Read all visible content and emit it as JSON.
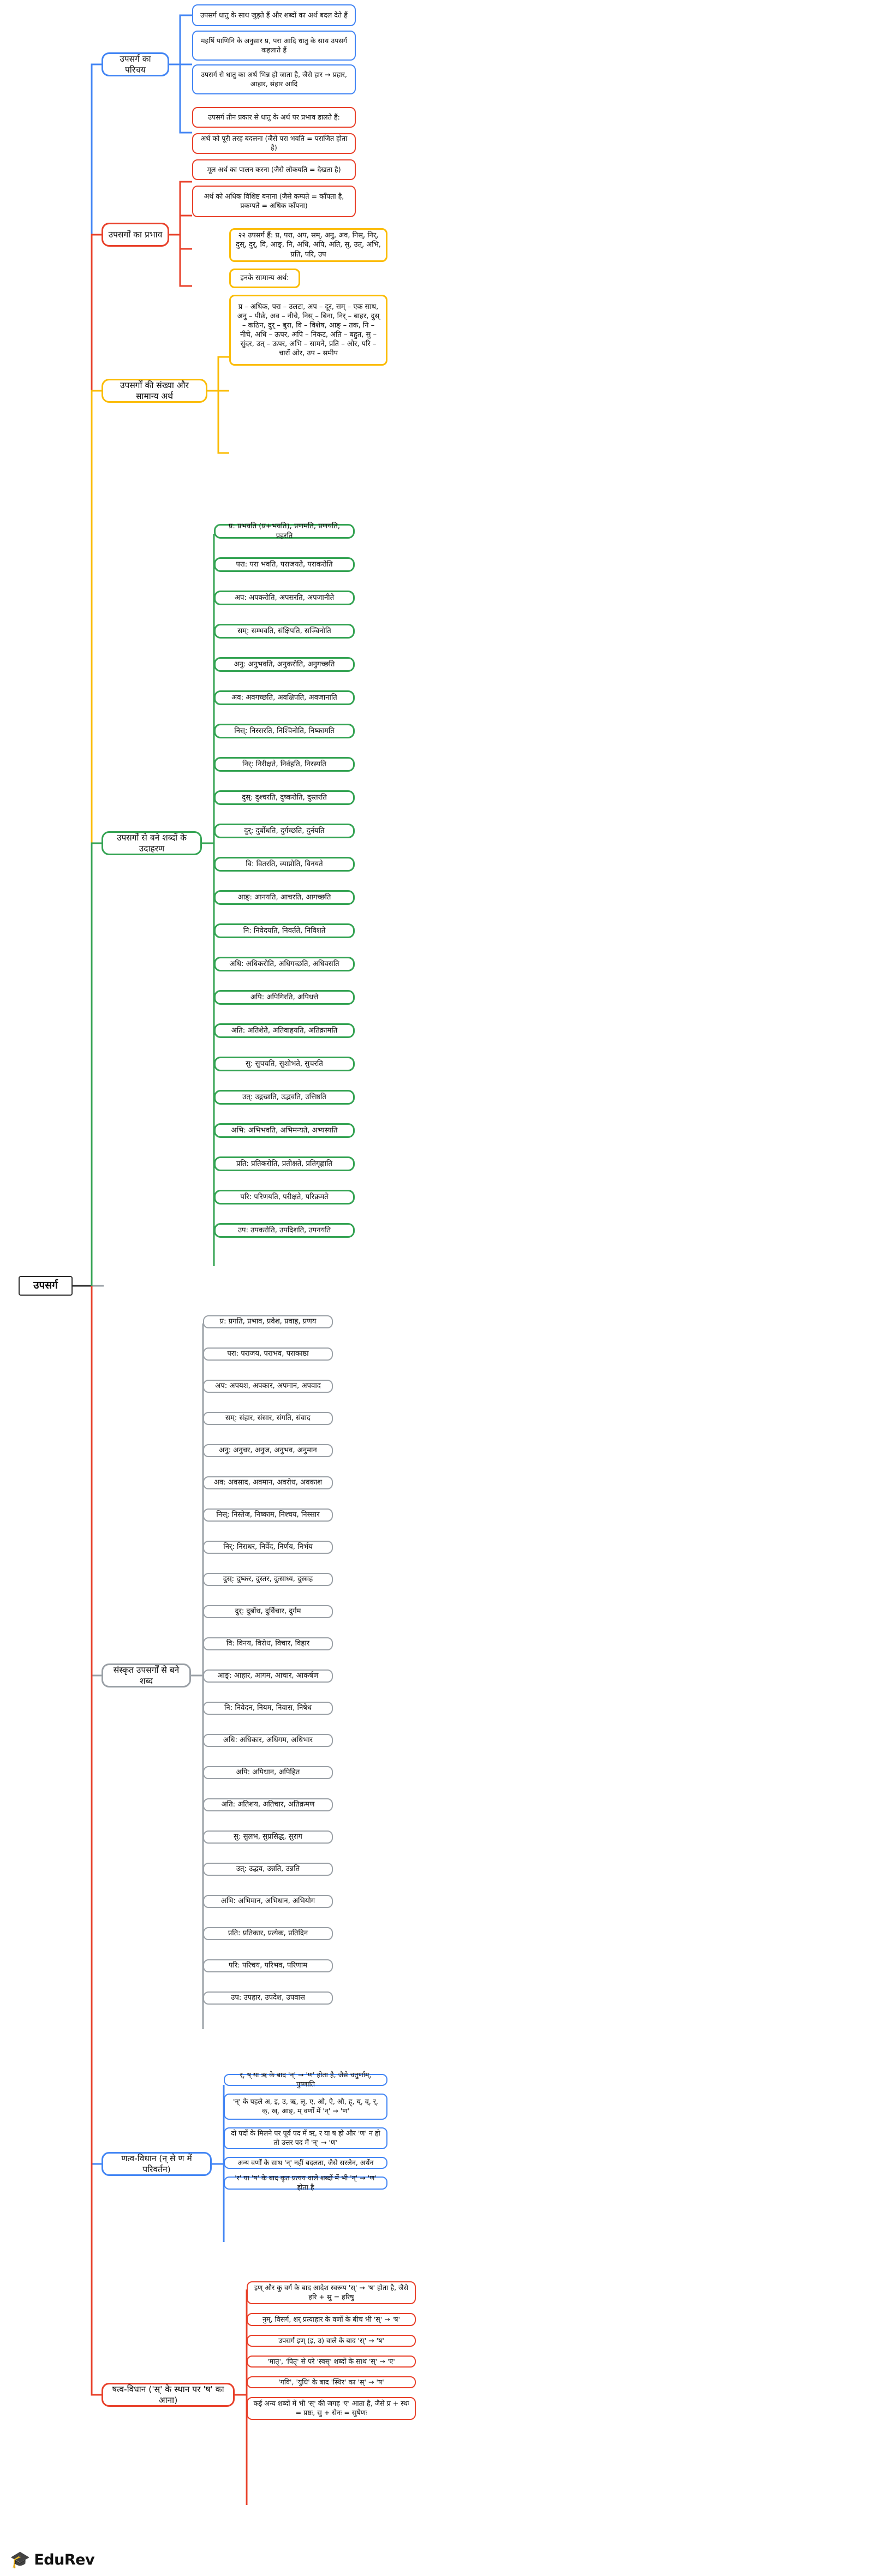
{
  "root": {
    "label": "उपसर्ग"
  },
  "brand": {
    "name": "EduRev",
    "icon": "graduation-cap-icon"
  },
  "colors": {
    "blue": "#4285f4",
    "red": "#e8402a",
    "amber": "#fbbc05",
    "green": "#34a353",
    "gray": "#9aa0a6",
    "root": "#2b2b2b"
  },
  "branches": [
    {
      "id": "parichay",
      "color": "blue",
      "label": "उपसर्ग का परिचय",
      "leaves": [
        "उपसर्ग धातु के साथ जुड़ते हैं और शब्दों का अर्थ बदल देते हैं",
        "महर्षि पाणिनि के अनुसार प्र, परा आदि धातु के साथ उपसर्ग कहलाते हैं",
        "उपसर्ग से धातु का अर्थ भिन्न हो जाता है, जैसे हार → प्रहार, आहार, संहार आदि"
      ]
    },
    {
      "id": "prabhav",
      "color": "red",
      "label": "उपसर्गों का प्रभाव",
      "leaves": [
        "उपसर्ग तीन प्रकार से धातु के अर्थ पर प्रभाव डालते हैं:",
        "अर्थ को पूरी तरह बदलना (जैसे परा भवति = पराजित होता है)",
        "मूल अर्थ का पालन करना (जैसे लोकयति = देखता है)",
        "अर्थ को अधिक विशिष्ट बनाना (जैसे कम्पते = काँपता है, प्रकम्पते = अधिक काँपना)"
      ]
    },
    {
      "id": "sankhya",
      "color": "amber",
      "label": "उपसर्गों की संख्या और सामान्य अर्थ",
      "leaves": [
        "२२ उपसर्ग हैं: प्र, परा, अप, सम्, अनु, अव, निस्, निर्, दुस्, दुर्, वि, आङ्, नि, अधि, अपि, अति, सु, उत्, अभि, प्रति, परि, उप",
        "इनके सामान्य अर्थ:",
        "प्र – अधिक, परा – उलटा, अप – दूर, सम् – एक साथ, अनु – पीछे, अव – नीचे, निस् – बिना, निर् – बाहर, दुस् – कठिन, दुर् – बुरा, वि – विशेष, आङ् – तक, नि – नीचे, अधि – ऊपर, अपि – निकट, अति – बहुत, सु – सुंदर, उत् – ऊपर, अभि – सामने, प्रति – ओर, परि – चारों ओर, उप – समीप"
      ]
    },
    {
      "id": "udaharan",
      "color": "green",
      "label": "उपसर्गों से बने शब्दों के उदाहरण",
      "leaves": [
        "प्र: प्रभवति (प्र+भवति), प्रणमति, प्रणयति, प्रहरति",
        "परा: परा भवति, पराजयते, पराकरोति",
        "अप: अपकरोति, अपसरति, अपजानीते",
        "सम्: सम्भवति, संक्षिपति, सञ्चिनोति",
        "अनु: अनुभवति, अनुकरोति, अनुगच्छति",
        "अव: अवगच्छति, अवक्षिपति, अवजानाति",
        "निस्: निस्सरति, निश्चिनोति, निष्कामति",
        "निर्: निरीक्षते, निर्वहति, निरस्यति",
        "दुस्: दुश्चरति, दुष्करोति, दुस्तरति",
        "दुर्: दुर्बोधति, दुर्गच्छति, दुर्नयति",
        "वि: वितरति, व्याप्नोति, विनयते",
        "आङ्: आनयति, आचरति, आगच्छति",
        "नि: निवेदयति, निवर्तते, निविशते",
        "अधि: अधिकरोति, अधिगच्छति, अधिवसति",
        "अपि: अपिगिरति, अपिधत्ते",
        "अति: अतिशेते, अतिवाहयति, अतिक्रामति",
        "सु: सुपचति, सुशोभते, सुचरति",
        "उत्: उद्गच्छति, उद्भवति, उत्तिष्ठति",
        "अभि: अभिभवति, अभिमन्यते, अभ्यस्यति",
        "प्रति: प्रतिकरोति, प्रतीक्षते, प्रतिगृह्णाति",
        "परि: परिणयति, परीक्षते, परिक्रमते",
        "उप: उपकरोति, उपदिशति, उपनयति"
      ]
    },
    {
      "id": "sanskrit-shabd",
      "color": "gray",
      "label": "संस्कृत उपसर्गों से बने शब्द",
      "leaves": [
        "प्र: प्रगति, प्रभाव, प्रवेश, प्रवाह, प्रणय",
        "परा: पराजय, पराभव, पराकाष्ठा",
        "अप: अपयश, अपकार, अपमान, अपवाद",
        "सम्: संहार, संसार, संगति, संवाद",
        "अनु: अनुचर, अनुज, अनुभव, अनुमान",
        "अव: अवसाद, अवमान, अवरोध, अवकाश",
        "निस्: निस्तेज, निष्काम, निश्चय, निस्सार",
        "निर्: निराधर, निर्वेद, निर्णय, निर्भय",
        "दुस्: दुष्कर, दुस्तर, दुःसाध्य, दुस्सह",
        "दुर्: दुर्बोध, दुर्विचार, दुर्गम",
        "वि: विनय, विरोध, विचार, विहार",
        "आङ्: आहार, आगम, आचार, आकर्षण",
        "नि: निवेदन, नियम, निवास, निषेध",
        "अधि: अधिकार, अधिगम, अधिभार",
        "अपि: अपिधान, अपिहित",
        "अति: अतिशय, अतिचार, अतिक्रमण",
        "सु: सुलभ, सुप्रसिद्ध, सुराग",
        "उत्: उद्भव, उन्नति, उन्नति",
        "अभि: अभिमान, अभिधान, अभियोग",
        "प्रति: प्रतिकार, प्रत्येक, प्रतिदिन",
        "परि: परिचय, परिभव, परिणाम",
        "उप: उपहार, उपदेश, उपवास"
      ]
    },
    {
      "id": "natva",
      "color": "blue",
      "label": "णत्व-विधान (न् से ण में परिवर्तन)",
      "leaves": [
        "र्, ष् या ऋ के बाद 'न्' → 'ण' होता है, जैसे चतुर्णाम्, पुष्णाति",
        "'न्' के पहले अ, इ, उ, ऋ, लृ, ए, ओ, ऐ, औ, ह्, य्, व्, र्, क्, ख्, आङ्, म् वर्णों में 'न्' → 'ण'",
        "दो पदों के मिलने पर पूर्व पद में ऋ, र या ष हो और 'ण' न हो तो उत्तर पद में 'न्' → 'ण'",
        "अन्य वर्णों के साथ 'न्' नहीं बदलता, जैसे सरलेन, अर्थेन",
        "'र' या 'ष' के बाद कृत प्रत्यय वाले शब्दों में भी 'न्' → 'ण' होता है"
      ]
    },
    {
      "id": "shatva",
      "color": "red",
      "label": "षत्व-विधान ('स्' के स्थान पर 'ष' का आना)",
      "leaves": [
        "इण् और कु वर्ग के बाद आदेश स्वरूप 'स्' → 'ष' होता है, जैसे हरि + सु = हरिषु",
        "नुम्, विसर्ग, शर् प्रत्याहार के वर्णों के बीच भी 'स्' → 'ष'",
        "उपसर्ग इण् (इ, उ) वाले के बाद 'स्' → 'ष'",
        "'मातृ', 'पितृ' से परे 'स्वसृ' शब्दों के साथ 'स्' → 'ए'",
        "'गवि', 'युधि' के बाद 'स्थिर' का 'स्' → 'ष'",
        "कई अन्य शब्दों में भी 'स्' की जगह 'ए' आता है, जैसे प्र + स्थः = प्रष्ठः, सु + सेनः = सुषेणः"
      ]
    }
  ]
}
